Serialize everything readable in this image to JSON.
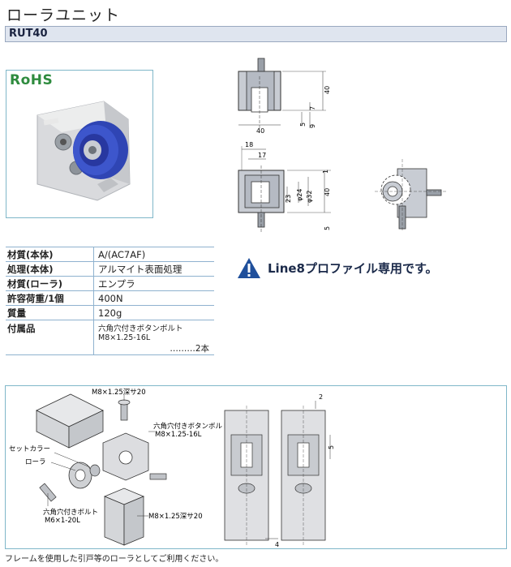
{
  "title": "ローラユニット",
  "model": "RUT40",
  "rohs": "RoHS",
  "specs": [
    {
      "key": "材質(本体)",
      "value": "A/(AC7AF)"
    },
    {
      "key": "処理(本体)",
      "value": "アルマイト表面処理"
    },
    {
      "key": "材質(ローラ)",
      "value": "エンプラ"
    },
    {
      "key": "許容荷重/1個",
      "value": "400N"
    },
    {
      "key": "質量",
      "value": "120g"
    },
    {
      "key": "付属品",
      "value": "六角穴付きボタンボルト M8×1.25-16L",
      "qty": "………2本"
    }
  ],
  "notice": "Line8プロファイル専用です。",
  "drawing_dims": {
    "top_height": "40",
    "top_7": "7",
    "top_5": "5",
    "top_9": "9",
    "top_width": "40",
    "side_18": "18",
    "side_17": "17",
    "side_1": "1",
    "side_23": "23",
    "side_d24": "φ24",
    "side_d32": "φ32",
    "side_40": "40",
    "side_5": "5"
  },
  "assembly": {
    "label_m8_top": "M8×1.25深サ20",
    "label_button_bolt": "六角穴付きボタンボルト",
    "label_button_bolt_size": "M8×1.25-16L",
    "label_set_collar": "セットカラー",
    "label_roller": "ローラ",
    "label_hex_bolt": "六角穴付きボルト",
    "label_hex_bolt_size": "M6×1-20L",
    "label_m8_bottom": "M8×1.25深サ20",
    "dim_2": "2",
    "dim_5": "5",
    "dim_4": "4"
  },
  "footnote": "フレームを使用した引戸等のローラとしてご利用ください。",
  "colors": {
    "accent_bar": "#dfe5ef",
    "frame_blue": "#7fb7c9",
    "rohs_green": "#2e8b3e",
    "roller_blue": "#2f45b4"
  }
}
